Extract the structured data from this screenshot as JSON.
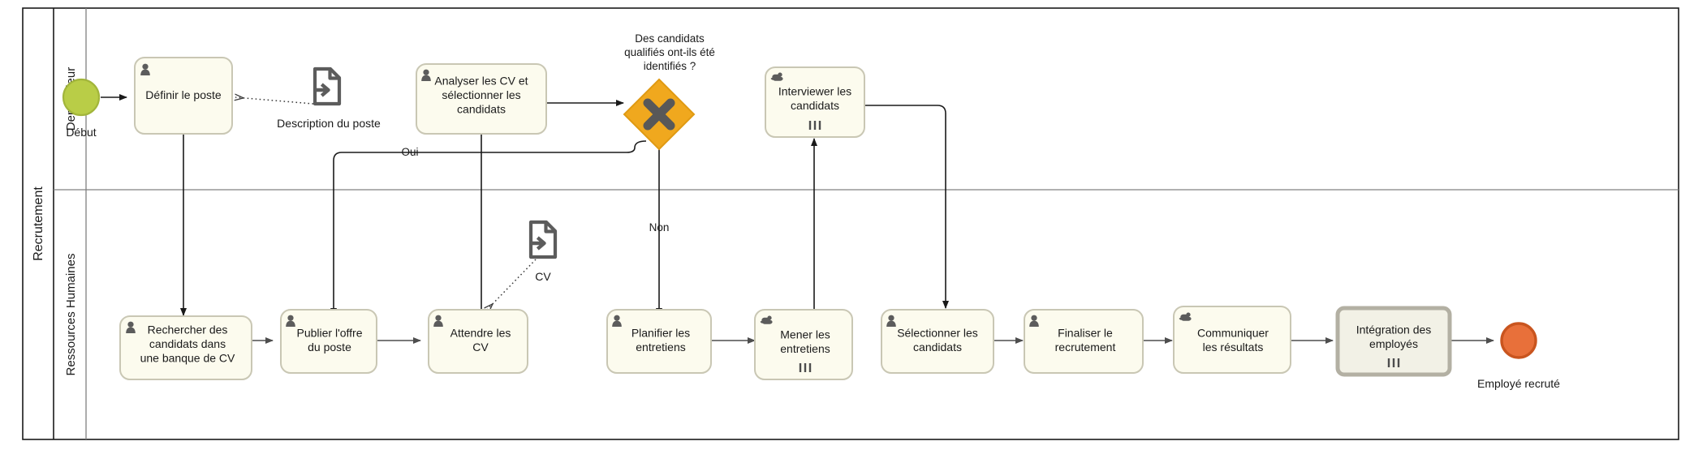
{
  "diagram": {
    "type": "bpmn-process",
    "pool": {
      "name": "Recrutement"
    },
    "lanes": [
      {
        "id": "demandeur",
        "name": "Demandeur"
      },
      {
        "id": "rh",
        "name": "Ressources Humaines"
      }
    ],
    "colors": {
      "start_event_fill": "#b9cd47",
      "start_event_stroke": "#a2b53b",
      "end_event_fill": "#e8703a",
      "end_event_stroke": "#c9551f",
      "gateway_fill": "#f0a81e",
      "gateway_stroke": "#e09a12",
      "gateway_mark": "#585858",
      "task_fill": "#fcfbee",
      "task_stroke": "#c9c7b4",
      "callactivity_fill": "#f2f1e6",
      "callactivity_stroke": "#b3b0a3",
      "flow_stroke": "#4d4d4d",
      "lane_stroke": "#808080",
      "pool_stroke": "#1a1a1a",
      "icon_gray": "#5c5c5c"
    },
    "events": [
      {
        "id": "start",
        "kind": "start-event",
        "label": "Début",
        "lane": "demandeur"
      },
      {
        "id": "end",
        "kind": "end-event",
        "label": "Employé recruté",
        "lane": "rh"
      }
    ],
    "gateways": [
      {
        "id": "gw1",
        "kind": "exclusive-gateway",
        "marker": "X",
        "label": "Des candidats qualifiés ont-ils été identifiés ?",
        "lane": "demandeur"
      }
    ],
    "tasks": [
      {
        "id": "t1",
        "label": "Définir le poste",
        "marker": "user",
        "loop": "",
        "lane": "demandeur"
      },
      {
        "id": "t2",
        "label": "Analyser les CV et sélectionner les candidats",
        "marker": "user",
        "loop": "",
        "lane": "demandeur"
      },
      {
        "id": "t3",
        "label": "Interviewer les candidats",
        "marker": "manual",
        "loop": "multi-instance",
        "lane": "demandeur"
      },
      {
        "id": "t4",
        "label": "Rechercher des candidats dans une banque de CV",
        "marker": "user",
        "loop": "",
        "lane": "rh"
      },
      {
        "id": "t5",
        "label": "Publier l'offre du poste",
        "marker": "user",
        "loop": "",
        "lane": "rh"
      },
      {
        "id": "t6",
        "label": "Attendre les CV",
        "marker": "user",
        "loop": "",
        "lane": "rh"
      },
      {
        "id": "t7",
        "label": "Planifier les entretiens",
        "marker": "user",
        "loop": "",
        "lane": "rh"
      },
      {
        "id": "t8",
        "label": "Mener les entretiens",
        "marker": "manual",
        "loop": "multi-instance",
        "lane": "rh"
      },
      {
        "id": "t9",
        "label": "Sélectionner les candidats",
        "marker": "user",
        "loop": "",
        "lane": "rh"
      },
      {
        "id": "t10",
        "label": "Finaliser le recrutement",
        "marker": "user",
        "loop": "",
        "lane": "rh"
      },
      {
        "id": "t11",
        "label": "Communiquer les résultats",
        "marker": "manual",
        "loop": "multi-instance",
        "lane": "rh"
      },
      {
        "id": "t12",
        "label": "Intégration des employés",
        "marker": "call-activity",
        "loop": "multi-instance",
        "lane": "rh"
      }
    ],
    "data_objects": [
      {
        "id": "do1",
        "label": "Description du poste",
        "kind": "data-input"
      },
      {
        "id": "do2",
        "label": "CV",
        "kind": "data-input"
      }
    ],
    "flow_labels": [
      {
        "id": "f-oui",
        "label": "Oui"
      },
      {
        "id": "f-non",
        "label": "Non"
      }
    ]
  }
}
